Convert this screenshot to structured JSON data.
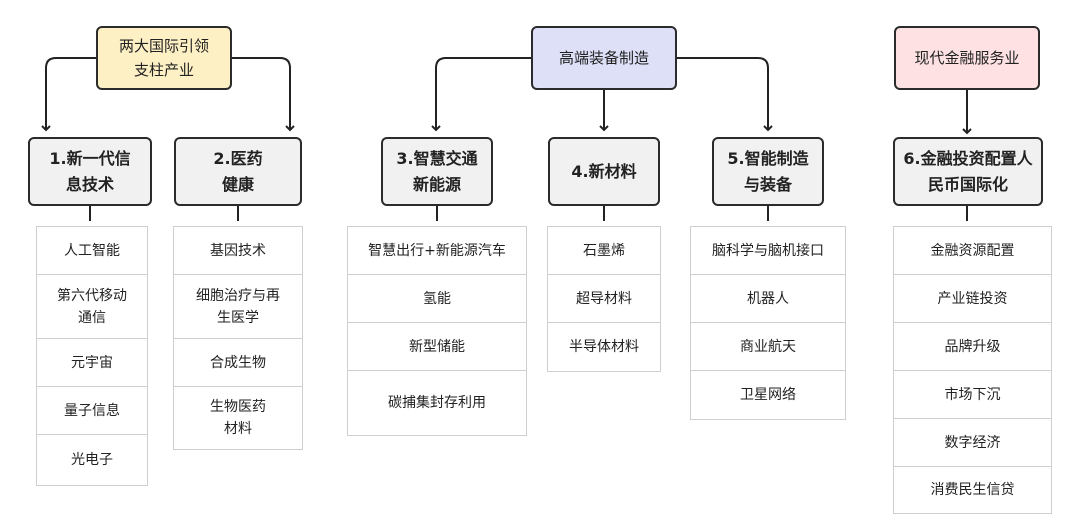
{
  "top_nodes": [
    {
      "label": "两大国际引领\n支柱产业",
      "color": "#fdf0c4"
    },
    {
      "label": "高端装备制造",
      "color": "#dde0f7"
    },
    {
      "label": "现代金融服务业",
      "color": "#fde1e3"
    }
  ],
  "sectors": [
    {
      "label": "1.新一代信\n息技术",
      "items": [
        "人工智能",
        "第六代移动\n通信",
        "元宇宙",
        "量子信息",
        "光电子"
      ]
    },
    {
      "label": "2.医药\n健康",
      "items": [
        "基因技术",
        "细胞治疗与再\n生医学",
        "合成生物",
        "生物医药\n材料"
      ]
    },
    {
      "label": "3.智慧交通\n新能源",
      "items": [
        "智慧出行+新能源汽车",
        "氢能",
        "新型储能",
        "碳捕集封存利用"
      ]
    },
    {
      "label": "4.新材料",
      "items": [
        "石墨烯",
        "超导材料",
        "半导体材料"
      ]
    },
    {
      "label": "5.智能制造\n与装备",
      "items": [
        "脑科学与脑机接口",
        "机器人",
        "商业航天",
        "卫星网络"
      ]
    },
    {
      "label": "6.金融投资配置人\n民币国际化",
      "items": [
        "金融资源配置",
        "产业链投资",
        "品牌升级",
        "市场下沉",
        "数字经济",
        "消费民生信贷"
      ]
    }
  ]
}
